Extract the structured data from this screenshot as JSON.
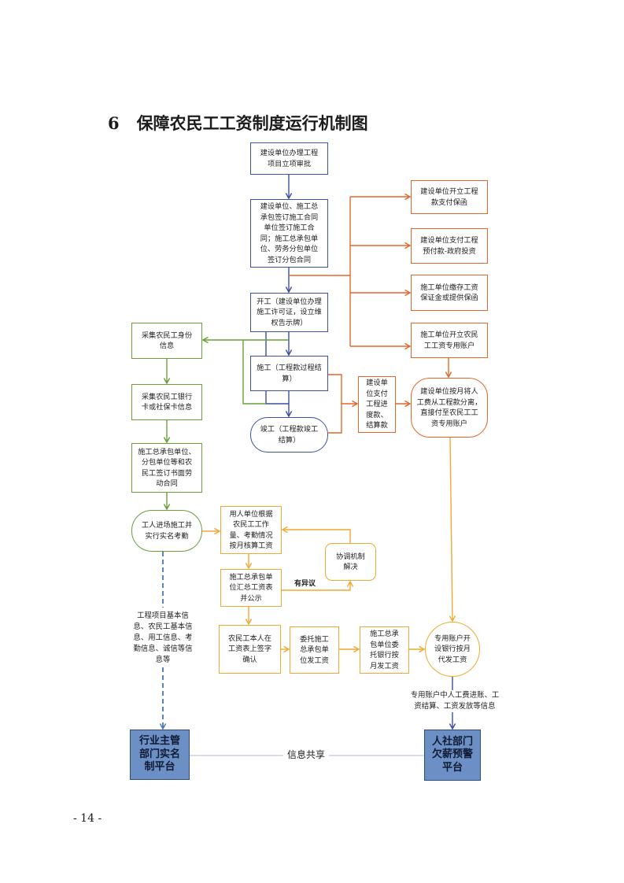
{
  "heading": {
    "number": "6",
    "title": "保障农民工工资制度运行机制图"
  },
  "flowchart": {
    "nodes": {
      "project_approval": [
        "建设单位办理工程",
        "项目立项审批"
      ],
      "contract_signing": [
        "建设单位、施工总",
        "承包签订施工合同",
        "单位签订施工合",
        "同；施工总承包单",
        "位、劳务分包单位",
        "签订分包合同"
      ],
      "start_work": [
        "开工（建设单位办理",
        "施工许可证，设立维",
        "权告示牌）"
      ],
      "construction": [
        "施工（工程款过程结",
        "算）"
      ],
      "completion": [
        "竣工（工程款竣工",
        "结算）"
      ],
      "payment_guarantee": [
        "建设单位开立工程",
        "款支付保函"
      ],
      "advance_payment": [
        "建设单位支付工程",
        "预付款-政府投资"
      ],
      "wage_deposit": [
        "施工单位缴存工资",
        "保证金或提供保函"
      ],
      "dedicated_account": [
        "施工单位开立农民",
        "工工资专用账户"
      ],
      "progress_payment": [
        "建设单",
        "位支付",
        "工程进",
        "度款、",
        "结算款"
      ],
      "labor_cost_separation": [
        "建设单位按月将人",
        "工费从工程款分离，",
        "直接付至农民工工",
        "资专用账户"
      ],
      "collect_identity": [
        "采集农民工身份",
        "信息"
      ],
      "collect_bank_card": [
        "采集农民工银行",
        "卡或社保卡信息"
      ],
      "labor_contract": [
        "施工总承包单位、",
        "分包单位等和农",
        "民工签订书面劳",
        "动合同"
      ],
      "attendance": [
        "工人进场施工并",
        "实行实名考勤"
      ],
      "wage_calculation": [
        "用人单位根据",
        "农民工工作",
        "量、考勤情况",
        "按月核算工资"
      ],
      "payroll_publicity": [
        "施工总承包单",
        "位汇总工资表",
        "并公示"
      ],
      "coordination": [
        "协调机制",
        "解决"
      ],
      "worker_signature": [
        "农民工本人在",
        "工资表上签字",
        "确认"
      ],
      "entrust_contractor": [
        "委托施工",
        "总承包单",
        "位发工资"
      ],
      "entrust_bank": [
        "施工总承",
        "包单位委",
        "托银行按",
        "月发工资"
      ],
      "bank_payroll": [
        "专用账户开",
        "设银行按月",
        "代发工资"
      ],
      "industry_platform": [
        "行业主管",
        "部门实名",
        "制平台"
      ],
      "hrss_platform": [
        "人社部门",
        "欠薪预警",
        "平台"
      ]
    },
    "labels": {
      "objection": "有异议",
      "industry_info": [
        "工程项目基本信",
        "息、农民工基本信",
        "息、用工信息、考",
        "勤信息、诚信等信",
        "息等"
      ],
      "account_info": [
        "专用账户中人工费进账、工",
        "资结算、工资发放等信息"
      ],
      "info_sharing": "信息共享"
    }
  },
  "colors": {
    "blue": "#3d4fa0",
    "orange": "#e3672b",
    "green": "#6a9f3a",
    "yellow": "#f1a934",
    "dashed_blue": "#4a74b4",
    "sharing_line": "#a9bde0",
    "platform_fill": "#6c90c5",
    "platform_border": "#2e4a78"
  },
  "page_number": "- 14 -"
}
